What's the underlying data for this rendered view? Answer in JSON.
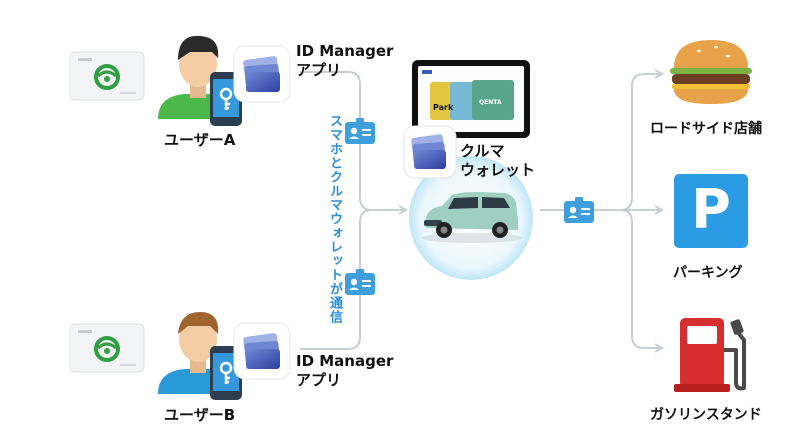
{
  "users": [
    {
      "label": "ユーザーA",
      "app_label_line1": "ID Manager",
      "app_label_line2": "アプリ"
    },
    {
      "label": "ユーザーB",
      "app_label_line1": "ID Manager",
      "app_label_line2": "アプリ"
    }
  ],
  "channel_label": "スマホとクルマウォレットが通信",
  "wallet": {
    "label_line1": "クルマ",
    "label_line2": "ウォレット",
    "card_texts": [
      "Park",
      "QENTA"
    ]
  },
  "destinations": [
    {
      "label": "ロードサイド店舗",
      "icon": "burger-icon"
    },
    {
      "label": "パーキング",
      "icon": "parking-icon",
      "glyph": "P"
    },
    {
      "label": "ガソリンスタンド",
      "icon": "gas-pump-icon"
    }
  ],
  "colors": {
    "line": "#c9ced3",
    "id_badge": "#3f9fdc",
    "accent_text": "#2a8fd6",
    "parking": "#2b9be3",
    "glow": "#bfe6f7"
  }
}
